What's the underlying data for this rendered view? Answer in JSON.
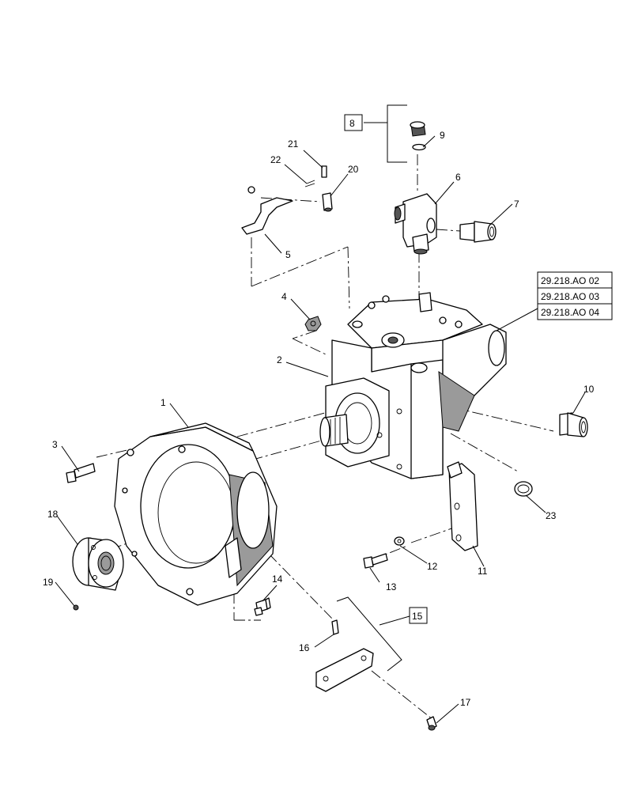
{
  "callouts": {
    "c1": "1",
    "c2": "2",
    "c3": "3",
    "c4": "4",
    "c5": "5",
    "c6": "6",
    "c7": "7",
    "c8": "8",
    "c9": "9",
    "c10": "10",
    "c11": "11",
    "c12": "12",
    "c13": "13",
    "c14": "14",
    "c15": "15",
    "c16": "16",
    "c17": "17",
    "c18": "18",
    "c19": "19",
    "c20": "20",
    "c21": "21",
    "c22": "22",
    "c23": "23"
  },
  "references": [
    "29.218.AO 02",
    "29.218.AO 03",
    "29.218.AO 04"
  ]
}
